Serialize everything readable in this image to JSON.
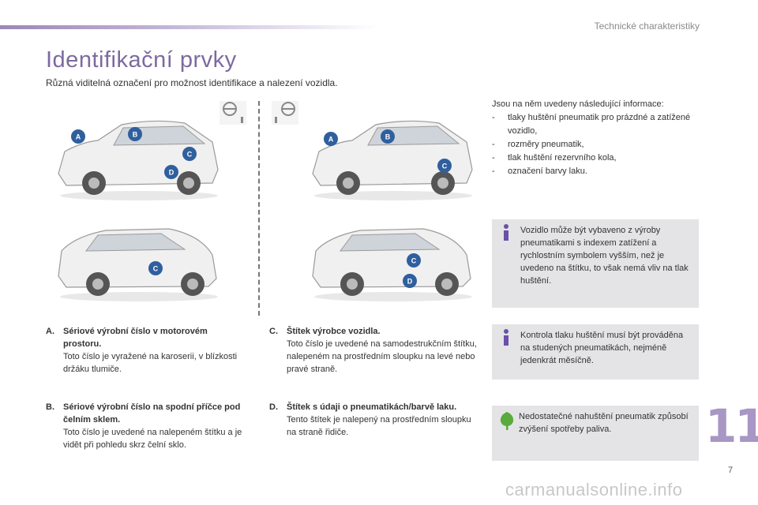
{
  "header": {
    "section_title": "Technické charakteristiky",
    "accent_color": "#7d6aa0"
  },
  "page": {
    "title": "Identifikační prvky",
    "subtitle": "Různá viditelná označení pro možnost identifikace a nalezení vozidla."
  },
  "illustrations": {
    "front_left_badges": [
      "A",
      "B",
      "C",
      "D"
    ],
    "rear_left_badges": [
      "C"
    ],
    "front_right_badges": [
      "A",
      "B",
      "C"
    ],
    "rear_right_badges": [
      "C",
      "D"
    ],
    "badge_color": "#2f5f9e"
  },
  "items": [
    {
      "letter": "A.",
      "title": "Sériové výrobní číslo v motorovém prostoru.",
      "text": "Toto číslo je vyražené na karoserii, v blízkosti držáku tlumiče."
    },
    {
      "letter": "B.",
      "title": "Sériové výrobní číslo na spodní příčce pod čelním sklem.",
      "text": "Toto číslo je uvedené na nalepeném štítku a je vidět při pohledu skrz čelní sklo."
    },
    {
      "letter": "C.",
      "title": "Štítek výrobce vozidla.",
      "text": "Toto číslo je uvedené na samodestrukčním štítku, nalepeném na prostředním sloupku na levé nebo pravé straně."
    },
    {
      "letter": "D.",
      "title": "Štítek s údaji o pneumatikách/barvě laku.",
      "text": "Tento štítek je nalepený na prostředním sloupku na straně řidiče."
    }
  ],
  "info": {
    "intro": "Jsou na něm uvedeny následující informace:",
    "list": [
      "tlaky huštění pneumatik pro prázdné a zatížené vozidlo,",
      "rozměry pneumatik,",
      "tlak huštění rezervního kola,",
      "označení barvy laku."
    ]
  },
  "notes": [
    {
      "icon": "info-icon",
      "text": "Vozidlo může být vybaveno z výroby pneumatikami s indexem zatížení a rychlostním symbolem vyšším, než je uvedeno na štítku, to však nemá vliv na tlak huštění."
    },
    {
      "icon": "info-icon",
      "text": "Kontrola tlaku huštění musí být prováděna na studených pneumatikách, nejméně jedenkrát měsíčně."
    },
    {
      "icon": "eco-leaf-icon",
      "text": "Nedostatečné nahuštění pneumatik způsobí zvýšení spotřeby paliva."
    }
  ],
  "chapter_number": "11",
  "page_number": "7",
  "footer_watermark": "carmanualsonline.info",
  "icon_colors": {
    "info": "#6a50a8",
    "eco": "#5aaa3c"
  }
}
